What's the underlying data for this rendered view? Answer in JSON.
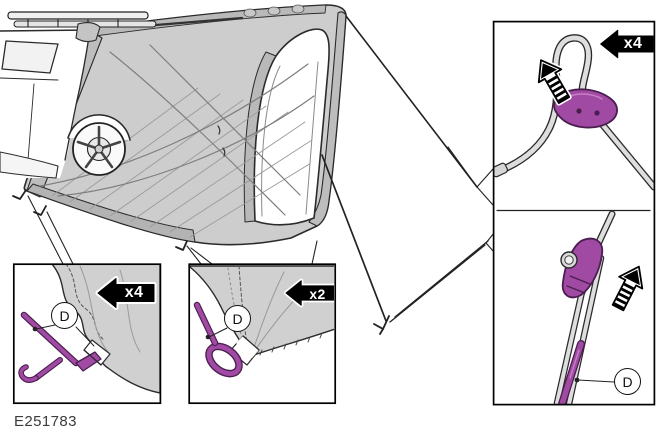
{
  "illustration": {
    "reference_code": "E251783",
    "callouts": [
      {
        "id": "corner-peg-detail",
        "label": "D",
        "multiplier": "x4"
      },
      {
        "id": "loop-peg-detail",
        "label": "D",
        "multiplier": "x2"
      },
      {
        "id": "guy-rope-hook-detail",
        "multiplier": "x4"
      },
      {
        "id": "guy-rope-peg-detail",
        "label": "D"
      }
    ]
  },
  "colors": {
    "highlight": "#A14AA4",
    "tent": "#CDCDCD",
    "line": "#2B2B2B"
  }
}
